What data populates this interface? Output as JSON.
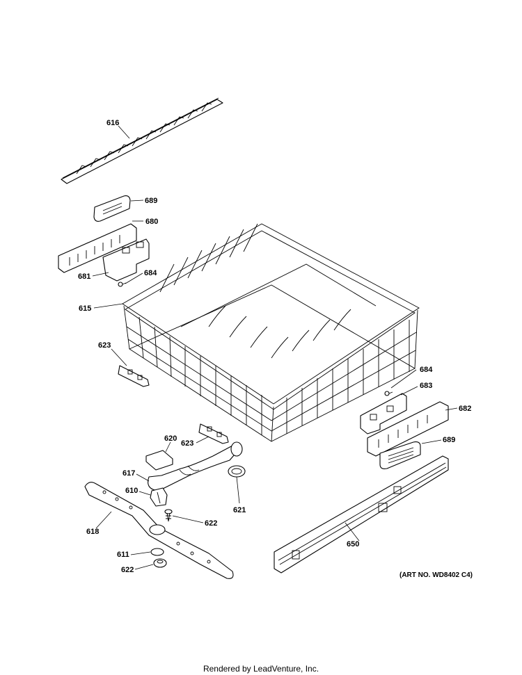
{
  "labels": {
    "l616": "616",
    "l689a": "689",
    "l680": "680",
    "l681": "681",
    "l684a": "684",
    "l615": "615",
    "l623a": "623",
    "l684b": "684",
    "l683": "683",
    "l682": "682",
    "l689b": "689",
    "l620": "620",
    "l623b": "623",
    "l617": "617",
    "l610": "610",
    "l621": "621",
    "l622a": "622",
    "l618": "618",
    "l611": "611",
    "l622b": "622",
    "l650": "650"
  },
  "art_number": "(ART NO. WD8402 C4)",
  "footer": "Rendered by LeadVenture, Inc."
}
